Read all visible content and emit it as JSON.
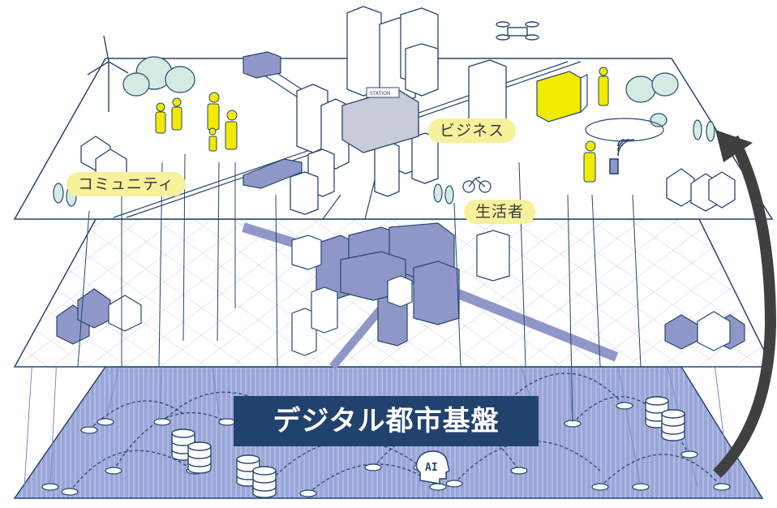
{
  "labels": {
    "community": "コミュニティ",
    "business": "ビジネス",
    "living": "生活者"
  },
  "station_sign": "STATION",
  "ai_badge": "AI",
  "title": "デジタル都市基盤",
  "colors": {
    "line": "#27476f",
    "bubble": "#f6f19a",
    "figure_yellow": "#f2ea00",
    "mid_layer": "#8f97c9",
    "base_layer": "#9aa6d8",
    "title_bg": "#22426e",
    "arrow": "#404040",
    "tree": "#d3ebe3"
  },
  "icons": [
    "wind-turbine-icon",
    "drone-icon",
    "bicycle-icon",
    "database-icon",
    "ai-head-icon",
    "wifi-signal-icon",
    "curved-arrow-icon"
  ]
}
